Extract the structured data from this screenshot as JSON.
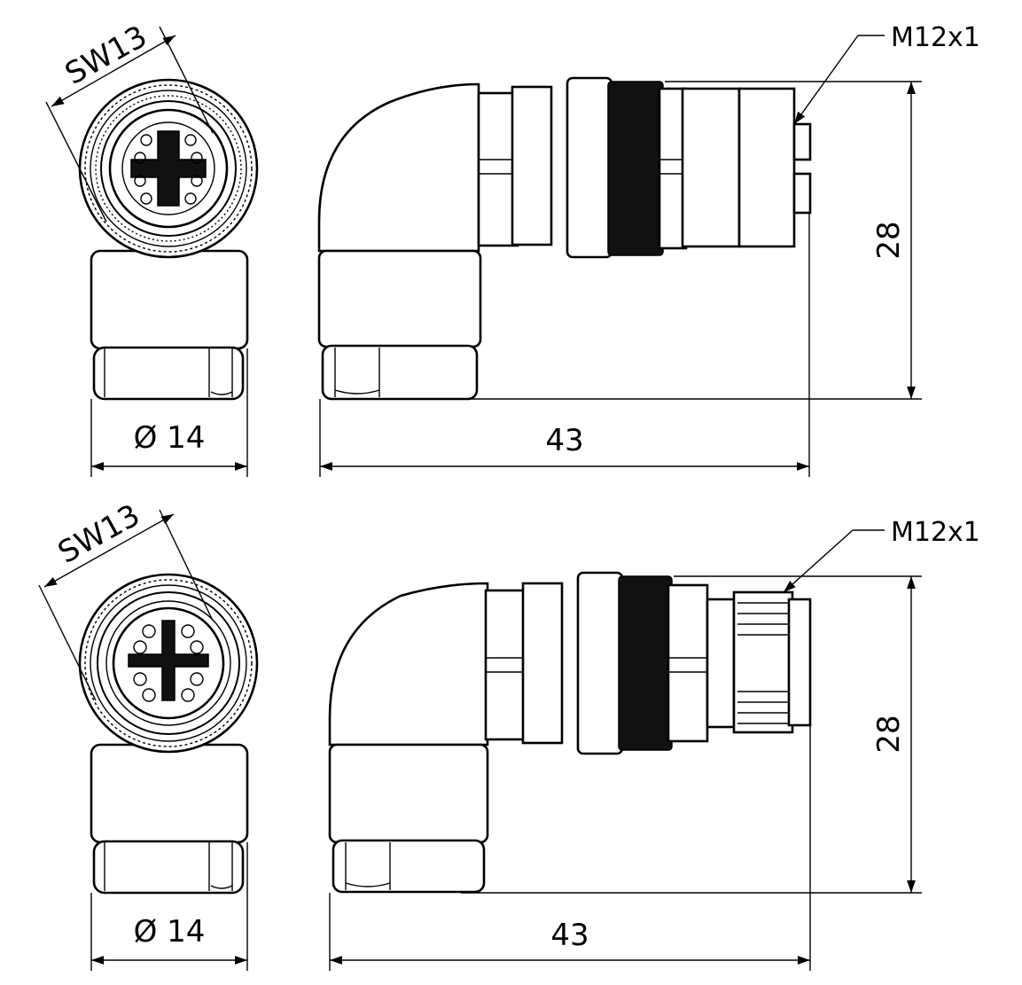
{
  "views": [
    {
      "id": "female",
      "wrench_label": "SW13",
      "diameter_label": "Ø 14",
      "length_label": "43",
      "height_label": "28",
      "thread_label": "M12x1"
    },
    {
      "id": "male",
      "wrench_label": "SW13",
      "diameter_label": "Ø 14",
      "length_label": "43",
      "height_label": "28",
      "thread_label": "M12x1"
    }
  ]
}
